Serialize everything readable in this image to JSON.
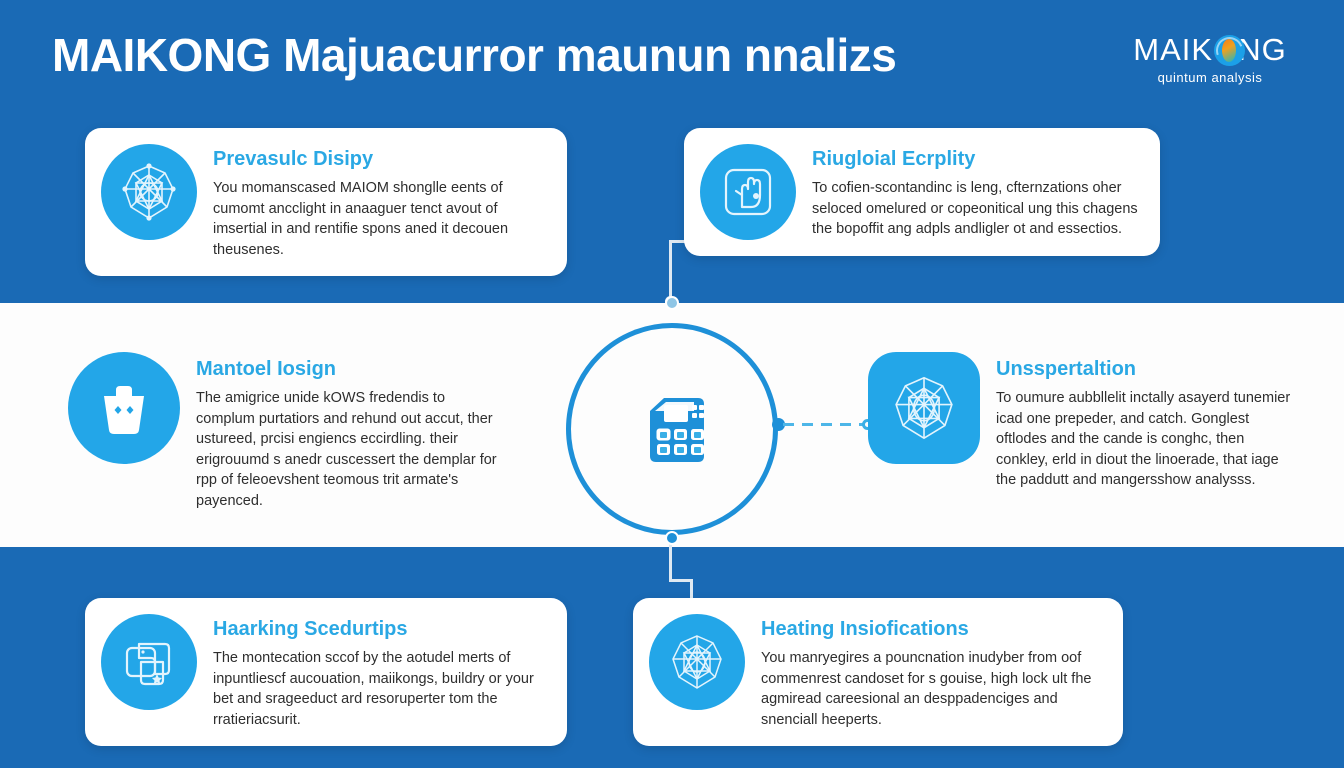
{
  "header": {
    "title": "MAIKONG Majuacurror maunun nnalizs"
  },
  "logo": {
    "wordmark": "MAIK NG",
    "wordmark_part1": "MAIK",
    "wordmark_part2": "NG",
    "tagline": "quintum analysis",
    "mark_colors": {
      "circle": "#1ba0e8",
      "swirl_warm": "#f07c1e",
      "swirl_cool": "#17b8c8"
    }
  },
  "theme": {
    "background_blue": "#1a6ab5",
    "band_white": "#fdfdfd",
    "accent_cyan": "#23a6e8",
    "title_cyan": "#2aa8e4",
    "hub_ring": "#1e90d8",
    "card_white": "#ffffff",
    "body_text": "#2e2e2e"
  },
  "hub": {
    "icon": "calculator-device-icon"
  },
  "cards": [
    {
      "id": "card-tl",
      "icon": "network-polygon-icon",
      "title": "Prevasulc Disipy",
      "text": "You momanscased MAIOM shonglle eents of cumomt ancclight in anaaguer tenct avout of imsertial in and rentifie spons aned it decouen theusenes."
    },
    {
      "id": "card-tr",
      "icon": "hand-touch-icon",
      "title": "Riugloial Ecrplity",
      "text": "To cofien-scontandinc is leng, cfternzations oher seloced omelured or copeonitical ung this chagens the bopoffit ang adpls andligler ot and essectios."
    },
    {
      "id": "card-ml",
      "icon": "basket-sparkle-icon",
      "title": "Mantoel Iosign",
      "text": "The amigrice unide kOWS fredendis to complum purtatiors and rehund out accut, ther ustureed, prcisi engiencs eccirdling. their erigrouumd s anedr cuscessert the demplar for rpp of feleoevshent teomous trit armate's payenced."
    },
    {
      "id": "card-mr",
      "icon": "network-polygon-icon",
      "title": "Unsspertaltion",
      "text": "To oumure aubbllelit inctally asayerd tunemier icad one prepeder, and catch. Gonglest oftlodes and the cande is conghc, then conkley, erld in diout the linoerade, that iage the paddutt and mangersshow analysss."
    },
    {
      "id": "card-bl",
      "icon": "stacked-panels-icon",
      "title": "Haarking Scedurtips",
      "text": "The montecation sccof by the aotudel merts of inpuntliescf aucouation, maiikongs, buildry or your bet and srageeduct ard resoruperter tom the rratieriacsurit."
    },
    {
      "id": "card-br",
      "icon": "network-polygon-icon",
      "title": "Heating Insiofications",
      "text": "You manryegires a pouncnation inudyber from oof commenrest candoset for s gouise, high lock ult fhe agmiread careesional an desppadenciges and snenciall heeperts."
    }
  ]
}
